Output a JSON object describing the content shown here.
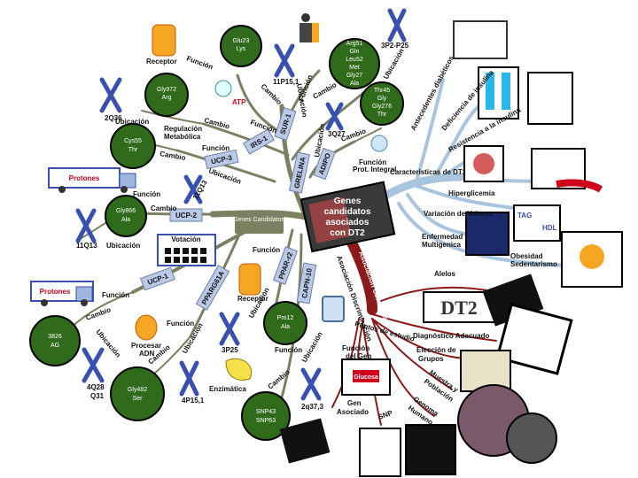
{
  "center": {
    "line1": "Genes",
    "line2": "candidatos",
    "line3": "asociados",
    "line4": "con DT2"
  },
  "branches": {
    "genes_candidatos": "Genes Candidatos",
    "caracteristicas": "Caracteristicas de DT2",
    "asociacion": "Asociación Causalidad",
    "discriminacion": "Asociación Discriminación",
    "puntos": "Puntos de estudio"
  },
  "green_nodes": [
    {
      "id": "glu23",
      "l1": "Glu23",
      "l2": "Lys"
    },
    {
      "id": "gly972",
      "l1": "Gly972",
      "l2": "Arg"
    },
    {
      "id": "cys55",
      "l1": "Cys55",
      "l2": "Thr"
    },
    {
      "id": "gly866",
      "l1": "Gly866",
      "l2": "Ala"
    },
    {
      "id": "arg51",
      "l1": "Arg51",
      "l2": "Gln",
      "l3": "Leu52",
      "l4": "Met",
      "l5": "Gly27",
      "l6": "Ala"
    },
    {
      "id": "thr45",
      "l1": "Thr45",
      "l2": "Gly",
      "l3": "Gly276",
      "l4": "Thr"
    },
    {
      "id": "n3826",
      "l1": "3826",
      "l2": "AG"
    },
    {
      "id": "pro12",
      "l1": "Pro12",
      "l2": "Ala"
    },
    {
      "id": "gly482",
      "l1": "Gly482",
      "l2": "Ser"
    },
    {
      "id": "snp43",
      "l1": "SNP43",
      "l2": "SNP63"
    }
  ],
  "gene_labels": {
    "irs1": "IRS-1",
    "sur1": "SUR-1",
    "grelina": "GRELINA",
    "adipo": "ADIPO",
    "ucp3": "UCP-3",
    "ucp2": "UCP-2",
    "ucp1": "UCP-1",
    "pparg": "PPARG61A",
    "pparr2": "PPAR-r2",
    "capn10": "CAPN-10"
  },
  "loci": {
    "l11p15": "11P15,1",
    "l3p2": "3P2-P25",
    "l2q36": "2Q36",
    "l3q27": "3Q27",
    "l11q13a": "11Q13",
    "l11q13b": "11Q13",
    "l4q28": "4Q28",
    "l4q31": "Q31",
    "l3p25": "3P25",
    "l4p15": "4P15,1",
    "l2q37": "2q37,3"
  },
  "words": {
    "funcion": "Función",
    "cambio": "Cambio",
    "ubicacion": "Ubicación",
    "receptor": "Receptor",
    "atp": "ATP",
    "regulacion1": "Regulación",
    "regulacion2": "Metabólica",
    "prot_integral": "Prot. Integral",
    "protones": "Protones",
    "votacion": "Votación",
    "procesar1": "Procesar",
    "procesar2": "ADN",
    "enzimatica": "Enzimática"
  },
  "dt2_features": {
    "antecedentes": "Antecedentes diabéticos",
    "deficiencia": "Deficiencia de insulina",
    "resistencia": "Resistencia a la insulina",
    "hiperglucemia": "Hiperglicemia",
    "variacion": "Variación de Valores",
    "enfermedad1": "Enfermedad",
    "enfermedad2": "Multigenica",
    "obesidad1": "Obesidad",
    "obesidad2": "Sedentarismo",
    "tag": "TAG",
    "hdl": "HDL"
  },
  "study_points": {
    "alelos": "Alelos",
    "diagnostico": "Diagnóstico Adecuado",
    "eleccion1": "Elección de",
    "eleccion2": "Grupos",
    "muestra1": "Muestra y",
    "muestra2": "Población",
    "genoma1": "Genoma",
    "genoma2": "Humano",
    "funcion_gen1": "Función",
    "funcion_gen2": "del Gen",
    "gen_asoc1": "Gen",
    "gen_asoc2": "Asociado",
    "snp": "SNP",
    "dt2_mark": "DT2",
    "glucosa": "Glucosa"
  },
  "colors": {
    "green": "#2f6b1a",
    "branch_gray": "#7a8060",
    "blue_branch": "#a8c4de",
    "red_branch": "#8b1a1a",
    "gene_box": "#b9c9e6"
  }
}
